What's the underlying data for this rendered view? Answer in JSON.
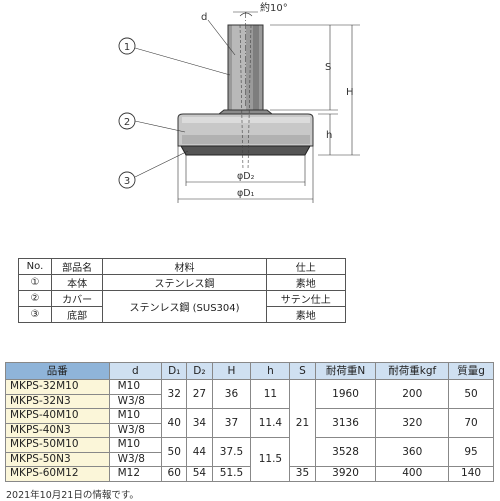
{
  "drawing": {
    "callouts": [
      "1",
      "2",
      "3"
    ],
    "dims": {
      "d": "d",
      "angle": "約10°",
      "S": "S",
      "H": "H",
      "h": "h",
      "D2": "φD₂",
      "D1": "φD₁"
    }
  },
  "parts_table": {
    "headers": [
      "No.",
      "部品名",
      "材料",
      "仕上"
    ],
    "rows": [
      {
        "no": "①",
        "name": "本体",
        "finish": "素地"
      },
      {
        "no": "②",
        "name": "カバー",
        "finish": "サテン仕上"
      },
      {
        "no": "③",
        "name": "底部",
        "finish": "素地"
      }
    ],
    "materials": [
      "ステンレス鋼",
      "ステンレス鋼 (SUS304)"
    ]
  },
  "spec_table": {
    "headers": [
      "品番",
      "d",
      "D₁",
      "D₂",
      "H",
      "h",
      "S",
      "耐荷重N",
      "耐荷重kgf",
      "質量g"
    ],
    "models": [
      "MKPS-32M10",
      "MKPS-32N3",
      "MKPS-40M10",
      "MKPS-40N3",
      "MKPS-50M10",
      "MKPS-50N3",
      "MKPS-60M12"
    ],
    "threads": [
      "M10",
      "W3/8",
      "M10",
      "W3/8",
      "M10",
      "W3/8",
      "M12"
    ],
    "groups": [
      {
        "D1": "32",
        "D2": "27",
        "H": "36",
        "load_n": "1960",
        "load_kgf": "200",
        "mass": "50"
      },
      {
        "D1": "40",
        "D2": "34",
        "H": "37",
        "load_n": "3136",
        "load_kgf": "320",
        "mass": "70"
      },
      {
        "D1": "50",
        "D2": "44",
        "H": "37.5",
        "load_n": "3528",
        "load_kgf": "360",
        "mass": "95"
      },
      {
        "D1": "60",
        "D2": "54",
        "H": "51.5",
        "load_n": "3920",
        "load_kgf": "400",
        "mass": "140"
      }
    ],
    "h_values": [
      "11",
      "11.4",
      "11.5"
    ],
    "S_values": [
      "21",
      "35"
    ]
  },
  "note": "2021年10月21日の情報です。"
}
